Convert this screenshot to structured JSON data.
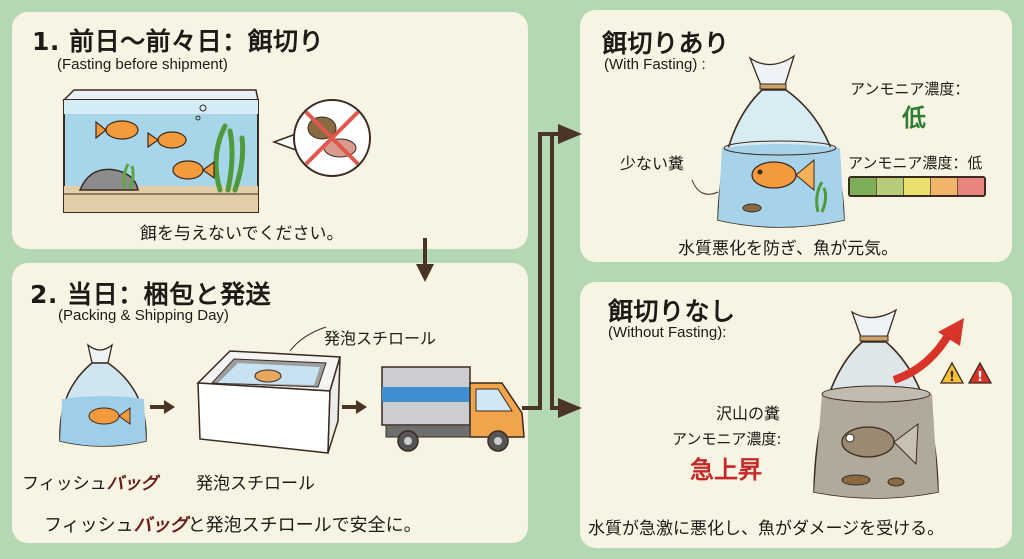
{
  "step1": {
    "title": "1. 前日〜前々日：餌切り",
    "subtitle": "(Fasting before shipment)",
    "caption": "餌を与えないでください。",
    "icons": [
      "aquarium-illustration",
      "no-food-icon"
    ]
  },
  "step2": {
    "title": "2. 当日：梱包と発送",
    "subtitle": "(Packing & Shipping Day)",
    "callout_label": "発泡スチロール",
    "item_labels": {
      "bag_prefix": "フィッシュ",
      "bag_bold": "バッグ",
      "box": "発泡スチロール"
    },
    "caption": {
      "prefix": "フィッシュ",
      "bold": "バッグ",
      "suffix": "と発泡スチロールで安全に。"
    },
    "icons": [
      "fish-bag-icon",
      "styrofoam-box-icon",
      "delivery-truck-icon"
    ]
  },
  "with_fasting": {
    "title": "餌切りあり",
    "subtitle": "(With Fasting) :",
    "ammonia_label": "アンモニア濃度：",
    "ammonia_value": "低",
    "ammonia_value_color": "#2e7d32",
    "waste_label": "少ない糞",
    "meter_label": "アンモニア濃度：低",
    "meter_colors": [
      "#7fae5a",
      "#b7cc78",
      "#e9df6a",
      "#f0b46a",
      "#e98580"
    ],
    "caption": "水質悪化を防ぎ、魚が元気。"
  },
  "without_fasting": {
    "title": "餌切りなし",
    "subtitle": "(Without Fasting):",
    "waste_label": "沢山の糞",
    "ammonia_label": "アンモニア濃度:",
    "ammonia_value": "急上昇",
    "ammonia_value_color": "#c62828",
    "caption": "水質が急激に悪化し、魚がダメージを受ける。",
    "icons": [
      "trend-up-arrow-icon",
      "warning-yellow-icon",
      "warning-red-icon"
    ]
  },
  "colors": {
    "background": "#b4d8b4",
    "panel": "#f8f4e3",
    "arrow": "#4a3426"
  }
}
